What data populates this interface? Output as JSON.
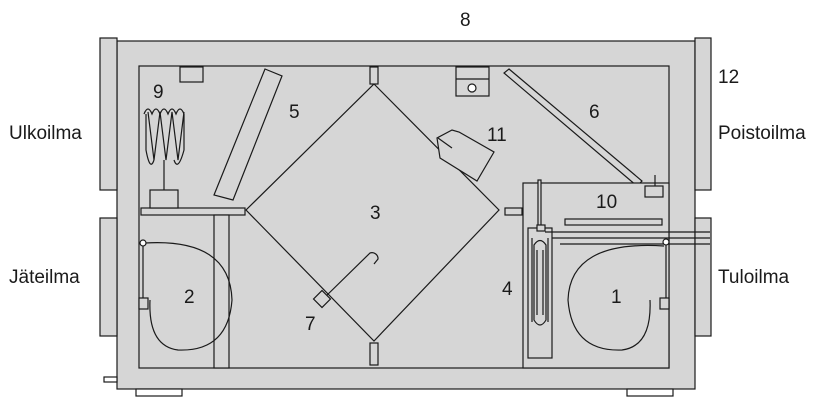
{
  "labels": {
    "ulkoilma": "Ulkoilma",
    "poistoilma": "Poistoilma",
    "jateilma": "Jäteilma",
    "tuloilma": "Tuloilma"
  },
  "numbers": {
    "n1": "1",
    "n2": "2",
    "n3": "3",
    "n4": "4",
    "n5": "5",
    "n6": "6",
    "n7": "7",
    "n8": "8",
    "n9": "9",
    "n10": "10",
    "n11": "11",
    "n12": "12"
  },
  "colors": {
    "housing": "#d6d6d6",
    "line": "#1a1a1a"
  }
}
